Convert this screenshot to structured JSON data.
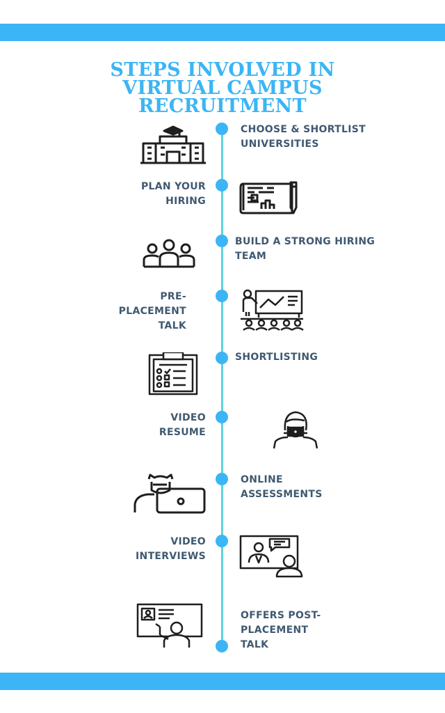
{
  "title": {
    "line1": "STEPS INVOLVED IN",
    "line2": "VIRTUAL CAMPUS",
    "line3": "RECRUITMENT"
  },
  "colors": {
    "band": "#3bb5f5",
    "title": "#3bb5f5",
    "line": "#5fd2d8",
    "dot": "#3bb5f5",
    "label": "#3f5971",
    "icon": "#1e1e1e"
  },
  "steps": [
    {
      "line1": "CHOOSE & SHORTLIST",
      "line2": "UNIVERSITIES",
      "icon": "university-building-icon"
    },
    {
      "line1": "PLAN YOUR",
      "line2": "HIRING",
      "icon": "blueprint-plan-icon"
    },
    {
      "line1": "BUILD A STRONG HIRING",
      "line2": "TEAM",
      "icon": "team-group-icon"
    },
    {
      "line1": "PRE-",
      "line2": "PLACEMENT",
      "line3": "TALK",
      "icon": "presentation-audience-icon"
    },
    {
      "line1": "SHORTLISTING",
      "icon": "clipboard-checklist-icon"
    },
    {
      "line1": "VIDEO",
      "line2": "RESUME",
      "icon": "video-person-icon"
    },
    {
      "line1": "ONLINE",
      "line2": "ASSESSMENTS",
      "icon": "laptop-user-icon"
    },
    {
      "line1": "VIDEO",
      "line2": "INTERVIEWS",
      "icon": "video-call-icon"
    },
    {
      "line1": "OFFERS POST-",
      "line2": "PLACEMENT",
      "line3": "TALK",
      "icon": "offer-presenter-icon"
    }
  ]
}
